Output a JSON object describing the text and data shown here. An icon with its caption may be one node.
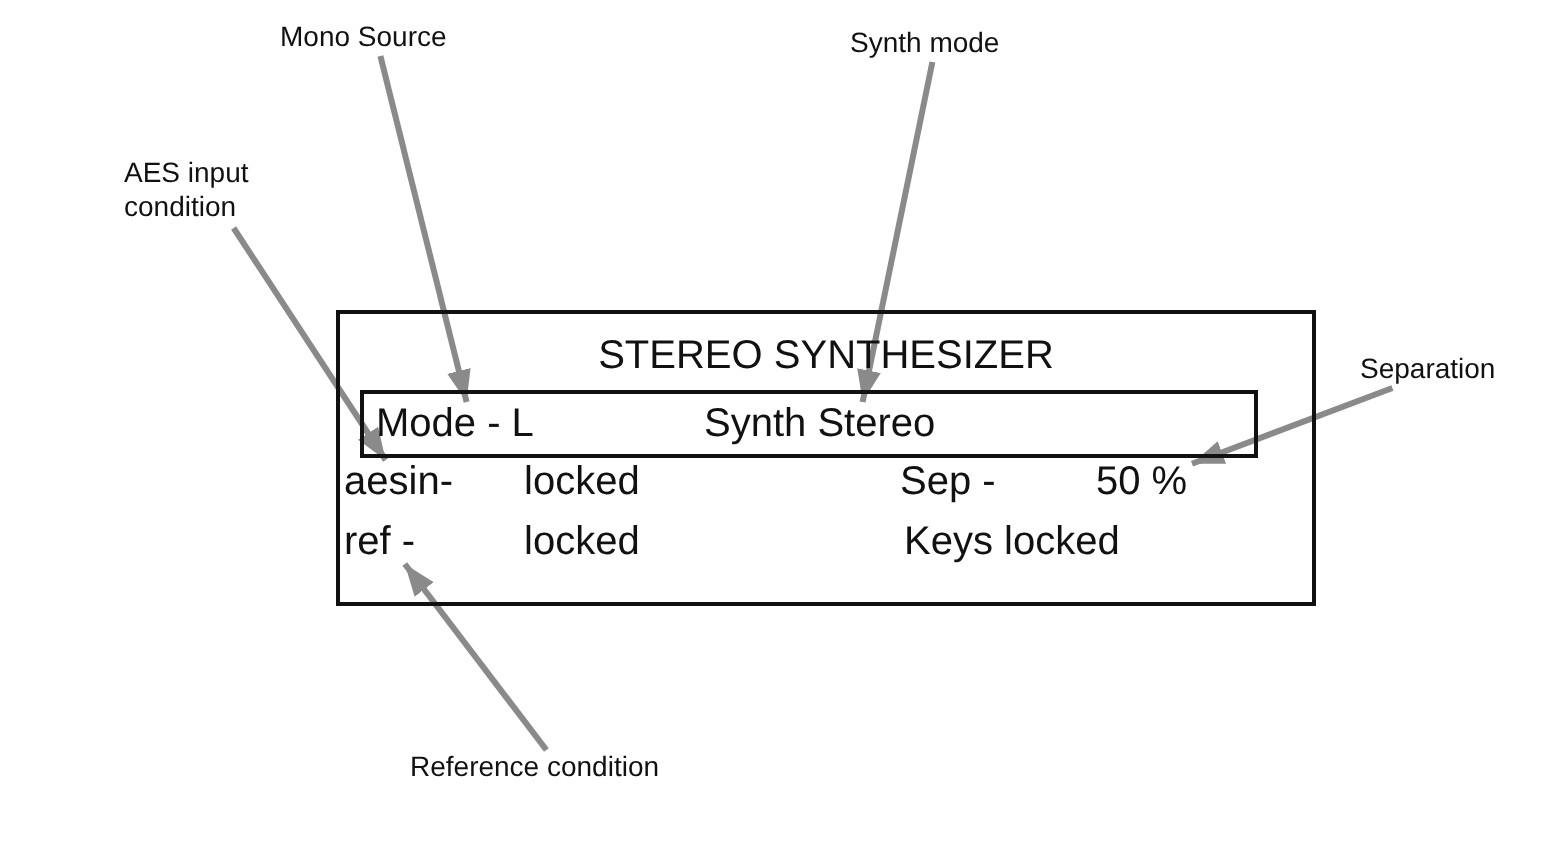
{
  "diagram": {
    "nodes": [
      {
        "text": [
          "STEREO SYNTHESIZER"
        ]
      },
      {
        "text": [],
        "shape": "box",
        "in": 0
      },
      {
        "text": [
          "Mode - L"
        ],
        "in": 1
      },
      {
        "text": [
          "Synth Stereo"
        ],
        "in": 1
      },
      {
        "text": [
          "aesin-"
        ],
        "in": 0
      },
      {
        "text": [
          "50 %"
        ],
        "in": 0
      },
      {
        "text": [
          "ref -"
        ],
        "in": 0
      },
      {
        "text": [
          "Mono Source"
        ]
      },
      {
        "text": [
          "Synth mode"
        ]
      },
      {
        "text": [
          "AES input condition"
        ]
      },
      {
        "text": [
          "Separation"
        ]
      },
      {
        "text": [
          "Reference condition"
        ]
      }
    ],
    "edges": [
      {
        "from": 7,
        "to": 2,
        "arrow": "to"
      },
      {
        "from": 8,
        "to": 3,
        "arrow": "to"
      },
      {
        "from": 9,
        "to": 4,
        "arrow": "to"
      },
      {
        "from": 10,
        "to": 5,
        "arrow": "to"
      },
      {
        "from": 11,
        "to": 6,
        "arrow": "to"
      }
    ],
    "labels": [
      "locked",
      "Sep -",
      "locked",
      "Keys locked"
    ]
  }
}
